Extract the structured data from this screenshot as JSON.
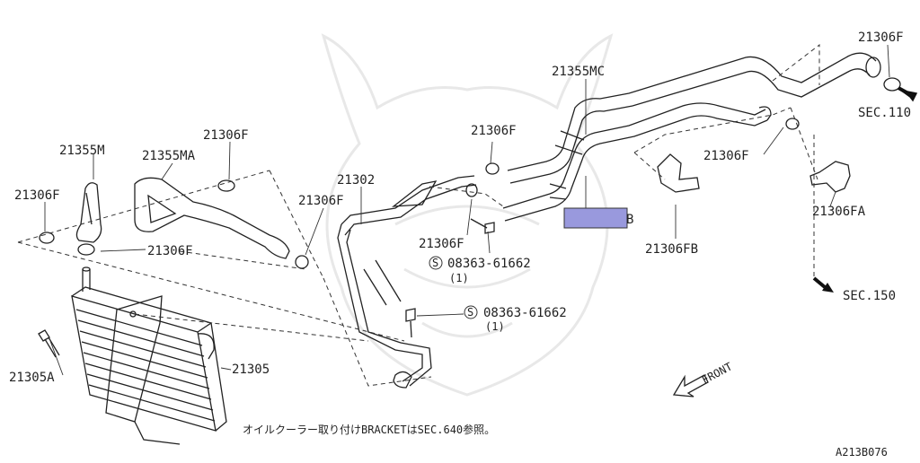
{
  "diagram": {
    "part_labels": {
      "hose_m": "21355M",
      "hose_ma": "21355MA",
      "hose_mc": "21355MC",
      "tube_21302": "21302",
      "cooler": "21305",
      "bolt_21305a": "21305A",
      "bracket_fb": "21306FB",
      "bracket_fa": "21306FA",
      "clamp_a": "21306F",
      "clamp_b": "21306F",
      "clamp_c": "21306F",
      "clamp_d": "21306F",
      "clamp_e": "21306F",
      "clamp_f": "21306F",
      "clamp_g": "21306F",
      "clamp_h": "21306F"
    },
    "bolt_1": {
      "symbol": "S",
      "part": "08363-61662",
      "qty": "(1)"
    },
    "bolt_2": {
      "symbol": "S",
      "part": "08363-61662",
      "qty": "(1)"
    },
    "section_refs": {
      "sec110": "SEC.110",
      "sec150": "SEC.150"
    },
    "front_label": "FRONT",
    "highlight_suffix": "B",
    "note": "オイルクーラー取り付けBRACKETはSEC.640参照。",
    "diagram_code": "A213B076",
    "colors": {
      "highlight": "#9999dd",
      "line": "#222222",
      "watermark": "#e8e8e8"
    }
  }
}
